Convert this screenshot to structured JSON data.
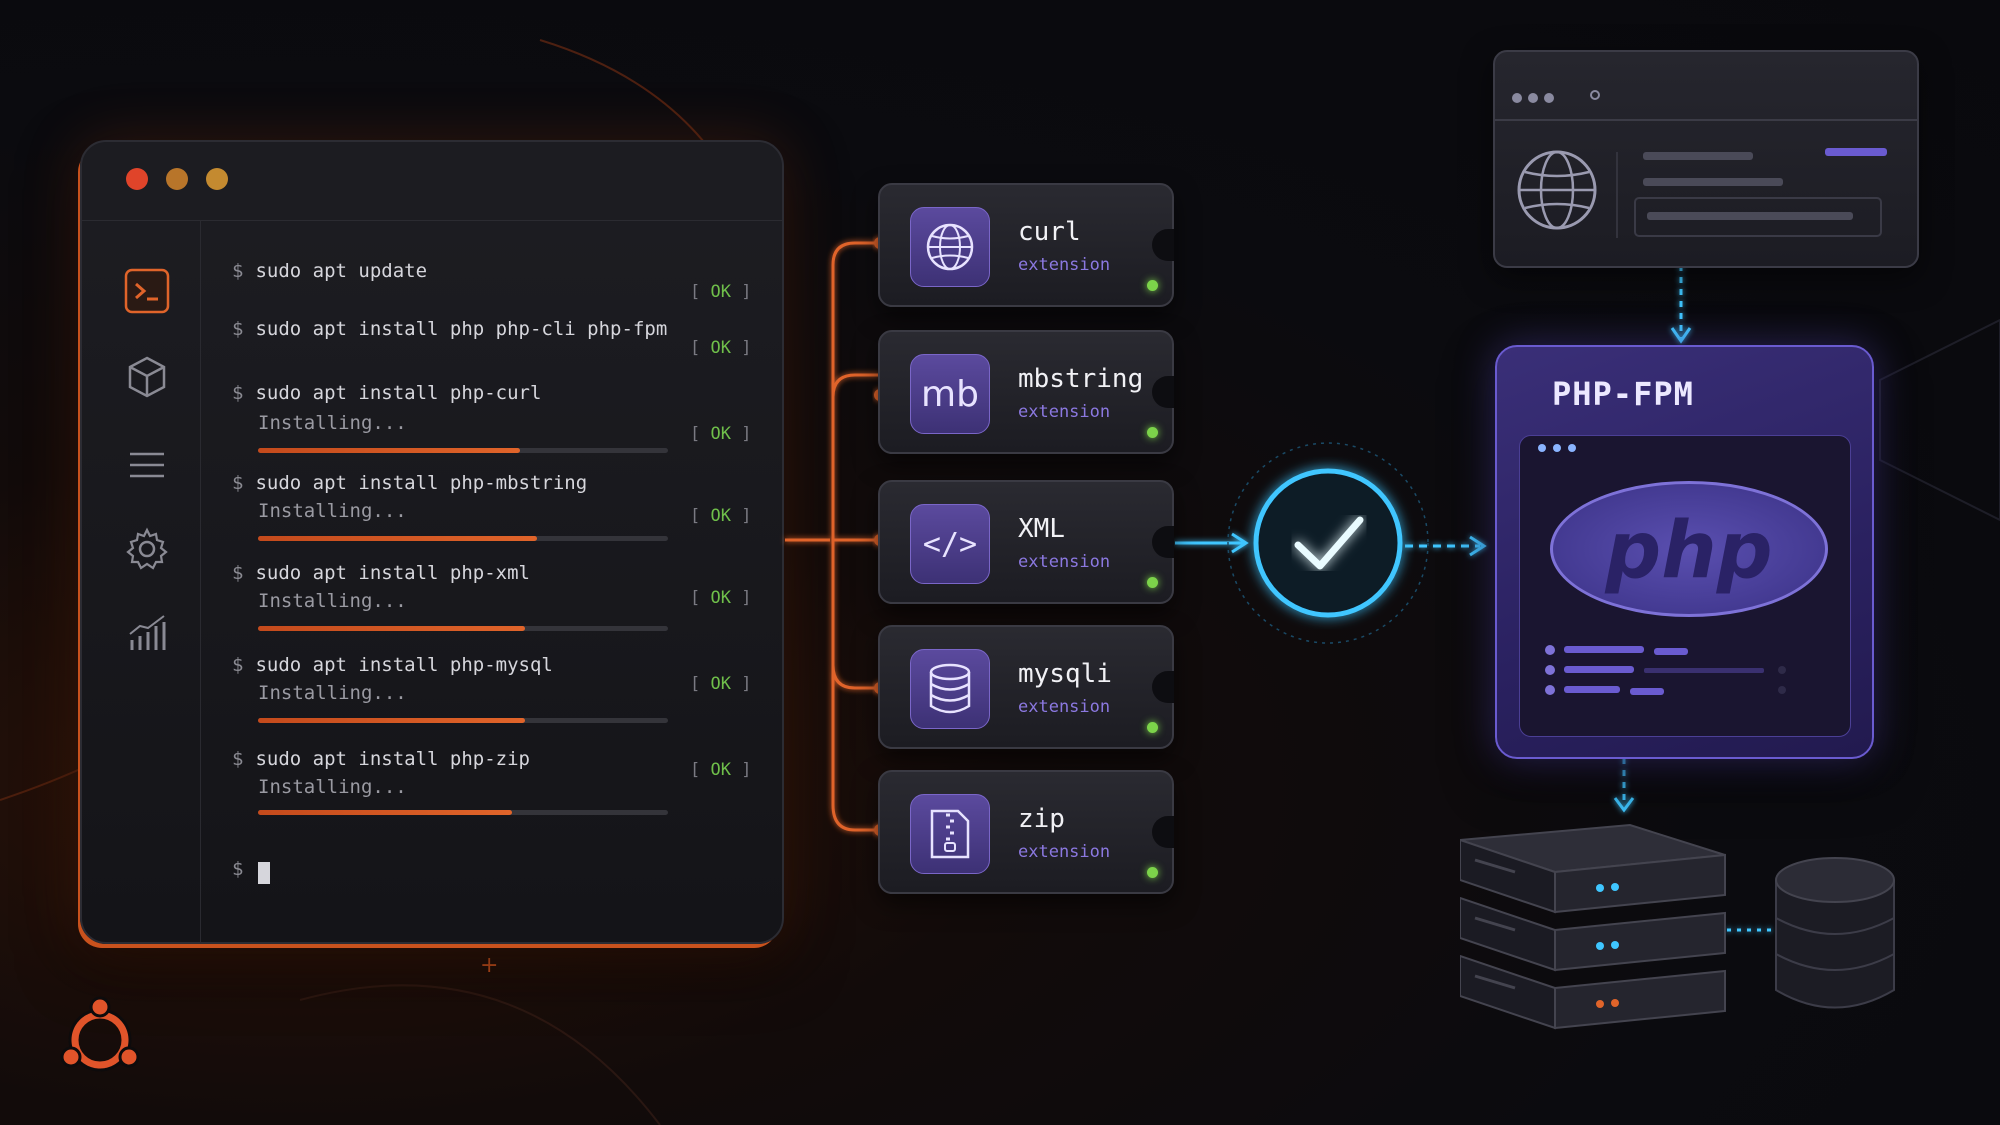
{
  "terminal": {
    "prompt": "$",
    "commands": [
      {
        "cmd": "sudo apt update",
        "status": "OK"
      },
      {
        "cmd": "sudo apt install php php-cli php-fpm",
        "status": "OK"
      },
      {
        "cmd": "sudo apt install php-curl",
        "sub": "Installing...",
        "status": "OK",
        "progress": 0.64
      },
      {
        "cmd": "sudo apt install php-mbstring",
        "sub": "Installing...",
        "status": "OK",
        "progress": 0.68
      },
      {
        "cmd": "sudo apt install php-xml",
        "sub": "Installing...",
        "status": "OK",
        "progress": 0.65
      },
      {
        "cmd": "sudo apt install php-mysql",
        "sub": "Installing...",
        "status": "OK",
        "progress": 0.65
      },
      {
        "cmd": "sudo apt install php-zip",
        "sub": "Installing...",
        "status": "OK",
        "progress": 0.62
      }
    ]
  },
  "extensions": [
    {
      "name": "curl",
      "sub": "extension",
      "icon": "globe-icon"
    },
    {
      "name": "mbstring",
      "sub": "extension",
      "icon": "mb-icon",
      "icon_text": "mb"
    },
    {
      "name": "XML",
      "sub": "extension",
      "icon": "code-icon",
      "icon_text": "</>"
    },
    {
      "name": "mysqli",
      "sub": "extension",
      "icon": "database-icon"
    },
    {
      "name": "zip",
      "sub": "extension",
      "icon": "zip-file-icon"
    }
  ],
  "fpm": {
    "title": "PHP-FPM",
    "logo": "php"
  },
  "colors": {
    "orange": "#e0642a",
    "cyan": "#3fc6ff",
    "purple": "#6a5bd0",
    "green": "#7cd34a"
  }
}
